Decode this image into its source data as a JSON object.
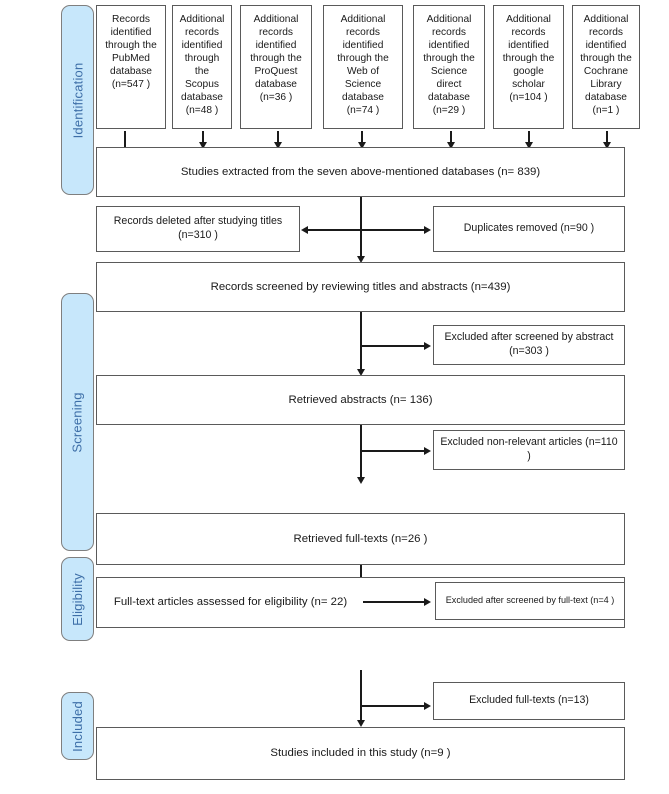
{
  "diagram": {
    "title": "PRISMA flow diagram",
    "accent_color": "#C7E7FB",
    "accent_text_color": "#3E6FA8",
    "line_color": "#1a1a1a",
    "box_border_color": "#5a5a5a"
  },
  "stages": [
    {
      "label": "Identification"
    },
    {
      "label": "Screening"
    },
    {
      "label": "Eligibility"
    },
    {
      "label": "Included"
    }
  ],
  "sources": [
    {
      "label": "Records identified through the PubMed database (n=547 )",
      "database": "PubMed",
      "n": 547
    },
    {
      "label": "Additional records identified through the Scopus database (n=48 )",
      "database": "Scopus",
      "n": 48
    },
    {
      "label": "Additional records identified through the ProQuest database (n=36 )",
      "database": "ProQuest",
      "n": 36
    },
    {
      "label": "Additional records identified through the Web of Science database (n=74 )",
      "database": "Web of Science",
      "n": 74
    },
    {
      "label": "Additional records identified through the Science direct database (n=29 )",
      "database": "Science direct",
      "n": 29
    },
    {
      "label": "Additional records identified through the google scholar (n=104 )",
      "database": "google scholar",
      "n": 104
    },
    {
      "label": "Additional records identified through the Cochrane Library database (n=1 )",
      "database": "Cochrane Library",
      "n": 1
    }
  ],
  "flow": {
    "extracted": {
      "label": "Studies extracted from the seven above-mentioned databases (n= 839)",
      "n": 839
    },
    "deleted_titles": {
      "label": "Records deleted after studying titles (n=310 )",
      "n": 310
    },
    "duplicates_removed": {
      "label": "Duplicates removed (n=90 )",
      "n": 90
    },
    "screened": {
      "label": "Records screened by reviewing titles and abstracts (n=439)",
      "n": 439
    },
    "excluded_abstract": {
      "label": "Excluded after screened by abstract (n=303 )",
      "n": 303
    },
    "retrieved_abstracts": {
      "label": "Retrieved abstracts (n= 136)",
      "n": 136
    },
    "excluded_non_relevant": {
      "label": "Excluded non-relevant articles (n=110 )",
      "n": 110
    },
    "retrieved_fulltexts": {
      "label": "Retrieved full-texts (n=26 )",
      "n": 26
    },
    "assessed_eligibility": {
      "label": "Full-text articles assessed for eligibility (n= 22)",
      "n": 22
    },
    "excluded_fulltext_screen": {
      "label": "Excluded after screened by full-text (n=4 )",
      "n": 4
    },
    "excluded_fulltexts": {
      "label": "Excluded full-texts (n=13)",
      "n": 13
    },
    "included": {
      "label": "Studies included in this study (n=9 )",
      "n": 9
    }
  }
}
